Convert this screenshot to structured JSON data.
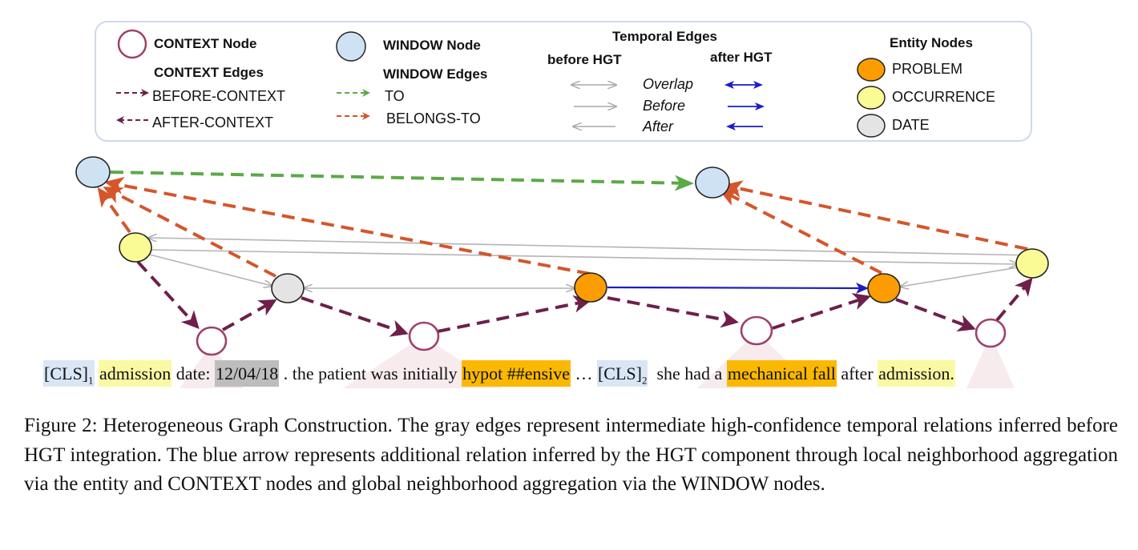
{
  "legend": {
    "context_node": "CONTEXT Node",
    "context_edges": "CONTEXT Edges",
    "before_context": "BEFORE-CONTEXT",
    "after_context": "AFTER-CONTEXT",
    "window_node": "WINDOW Node",
    "window_edges": "WINDOW Edges",
    "to": "TO",
    "belongs_to": "BELONGS-TO",
    "temporal_edges": "Temporal Edges",
    "before_hgt": "before HGT",
    "after_hgt": "after HGT",
    "overlap": "Overlap",
    "before": "Before",
    "after": "After",
    "entity_nodes": "Entity Nodes",
    "problem": "PROBLEM",
    "occurrence": "OCCURRENCE",
    "date": "DATE"
  },
  "colors": {
    "context_edge": "#6e1f4a",
    "context_node_stroke": "#a0406a",
    "window_fill": "#cfe2f3",
    "window_edge_to": "#5aaa46",
    "window_edge_belongs": "#d4562a",
    "problem_fill": "#fb9c00",
    "occurrence_fill": "#fbfb96",
    "date_fill": "#e4e4e4",
    "gray_edge": "#b4b4b4",
    "hgt_edge": "#1c1cc8"
  },
  "tokens": {
    "cls1": "[CLS]",
    "cls1_sub": "1",
    "admission1": "admission",
    "date_label": " date: ",
    "date_value": "12/04/18",
    "text1": " . the patient was initially ",
    "hypot": "hypot ##ensive",
    "ellipsis": " … ",
    "cls2": "[CLS]",
    "cls2_sub": "2",
    "text2": "  she had a ",
    "mech_fall": "mechanical fall",
    "after_word": " after ",
    "admission2": "admission."
  },
  "caption": "Figure 2: Heterogeneous Graph Construction. The gray edges represent intermediate high-confidence temporal relations inferred before HGT integration. The blue arrow represents additional relation inferred by the HGT component through local neighborhood aggregation via the entity and CONTEXT nodes and global neighborhood aggregation via the WINDOW nodes."
}
